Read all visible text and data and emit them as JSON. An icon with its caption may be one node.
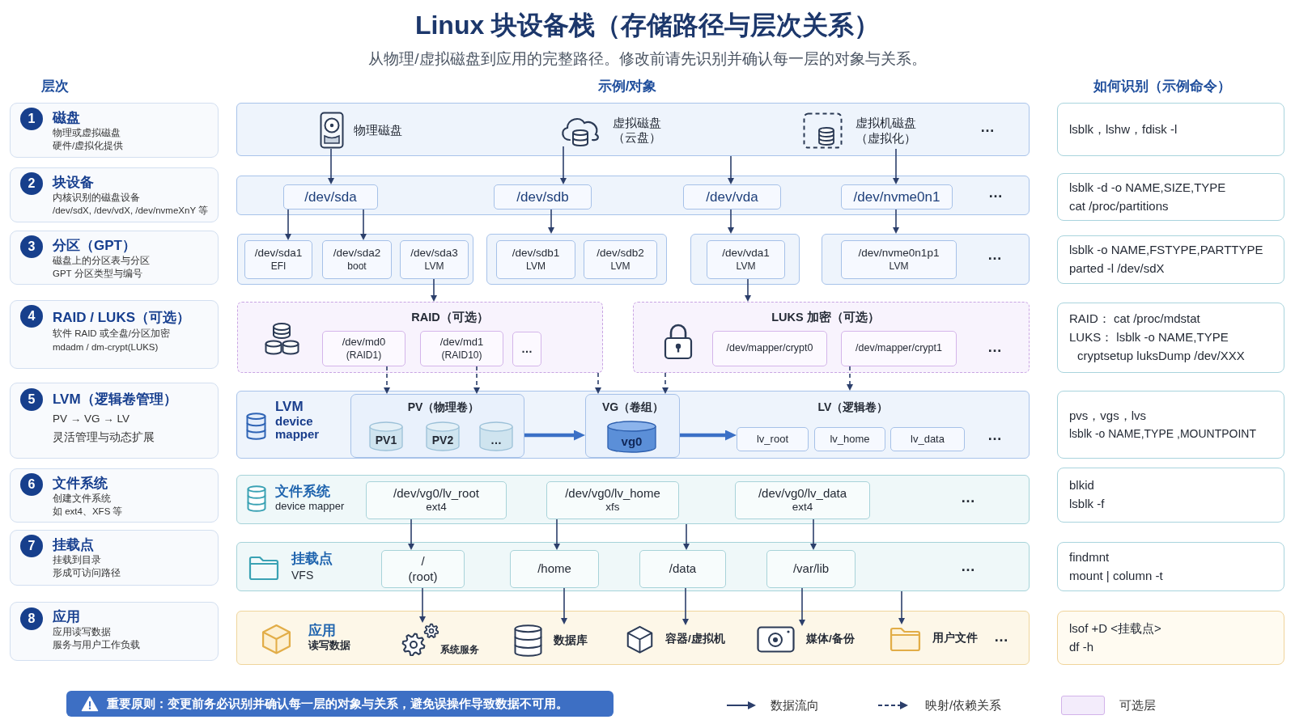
{
  "diagram": {
    "title": "Linux 块设备栈（存储路径与层次关系）",
    "nodes": [
      {
        "text": [
          "磁盘",
          "物理或虚拟磁盘",
          "硬件/虚拟化提供"
        ]
      },
      {
        "text": [
          "1"
        ],
        "in": 0
      },
      {
        "text": [],
        "shape": "box"
      },
      {
        "text": [
          "物理磁盘"
        ],
        "in": 2
      },
      {
        "text": [
          "虚拟磁盘",
          "（云盘）"
        ],
        "in": 2
      },
      {
        "text": [
          "虚拟机磁盘",
          "（虚拟化）"
        ],
        "in": 2
      },
      {
        "text": [
          "lsblk，lshw，fdisk -l"
        ]
      },
      {
        "text": [
          "块设备",
          "内核识别的磁盘设备",
          "/dev/sdX, /dev/vdX, /dev/nvmeXnY 等"
        ]
      },
      {
        "text": [
          "2"
        ],
        "in": 7
      },
      {
        "text": [],
        "shape": "box"
      },
      {
        "text": [
          "/dev/sda"
        ],
        "in": 9
      },
      {
        "text": [
          "/dev/sdb"
        ],
        "in": 9
      },
      {
        "text": [
          "/dev/vda"
        ],
        "in": 9
      },
      {
        "text": [
          "/dev/nvme0n1"
        ],
        "in": 9
      },
      {
        "text": [
          "lsblk -d -o NAME,SIZE,TYPE",
          "cat /proc/partitions"
        ]
      },
      {
        "text": [
          "分区（GPT）",
          "磁盘上的分区表与分区",
          "GPT 分区类型与编号"
        ]
      },
      {
        "text": [
          "3"
        ],
        "in": 15
      },
      {
        "text": [],
        "shape": "box"
      },
      {
        "text": [
          "/dev/sda1",
          "EFI"
        ],
        "in": 17
      },
      {
        "text": [
          "/dev/sda2",
          "boot"
        ],
        "in": 17
      },
      {
        "text": [
          "/dev/sda3",
          "LVM"
        ],
        "in": 17
      },
      {
        "text": [],
        "shape": "box"
      },
      {
        "text": [
          "/dev/sdb1",
          "LVM"
        ],
        "in": 21
      },
      {
        "text": [
          "/dev/sdb2",
          "LVM"
        ],
        "in": 21
      },
      {
        "text": [],
        "shape": "box"
      },
      {
        "text": [
          "/dev/vda1",
          "LVM"
        ],
        "in": 24
      },
      {
        "text": [],
        "shape": "box"
      },
      {
        "text": [
          "/dev/nvme0n1p1",
          "LVM"
        ],
        "in": 26
      },
      {
        "text": [
          "lsblk -o NAME,FSTYPE,PARTTYPE",
          "parted -l /dev/sdX"
        ]
      },
      {
        "text": [
          "RAID / LUKS（可选）",
          "软件 RAID 或全盘/分区加密",
          "mdadm / dm-crypt(LUKS)"
        ]
      },
      {
        "text": [
          "4"
        ],
        "in": 29
      },
      {
        "text": [
          "RAID（可选）"
        ]
      },
      {
        "text": [
          "/dev/md0",
          "(RAID1)"
        ],
        "in": 31
      },
      {
        "text": [
          "/dev/md1",
          "(RAID10)"
        ],
        "in": 31
      },
      {
        "text": [
          "…"
        ],
        "in": 31
      },
      {
        "text": [
          "LUKS 加密（可选）"
        ]
      },
      {
        "text": [
          "/dev/mapper/crypt0"
        ],
        "in": 35
      },
      {
        "text": [
          "/dev/mapper/crypt1"
        ],
        "in": 35
      },
      {
        "text": [
          "RAID： cat /proc/mdstat",
          "LUKS： lsblk -o NAME,TYPE",
          "cryptsetup luksDump /dev/XXX"
        ]
      },
      {
        "text": [
          "LVM（逻辑卷管理）",
          "PV → VG → LV",
          "灵活管理与动态扩展"
        ]
      },
      {
        "text": [
          "5"
        ],
        "in": 39
      },
      {
        "text": [
          "LVM",
          "device mapper"
        ]
      },
      {
        "text": [
          "PV（物理卷）"
        ],
        "in": 41
      },
      {
        "text": [
          "PV1"
        ],
        "in": 42
      },
      {
        "text": [
          "PV2"
        ],
        "in": 42
      },
      {
        "text": [
          "…"
        ],
        "in": 42
      },
      {
        "text": [
          "VG（卷组）"
        ],
        "in": 41
      },
      {
        "text": [
          "vg0"
        ],
        "in": 46
      },
      {
        "text": [
          "lv_root"
        ],
        "in": 41
      },
      {
        "text": [
          "lv_home"
        ],
        "in": 41
      },
      {
        "text": [
          "lv_data"
        ],
        "in": 41
      },
      {
        "text": [
          "pvs，vgs，lvs",
          "lsblk -o NAME,TYPE ,MOUNTPOINT"
        ]
      },
      {
        "text": [
          "文件系统",
          "创建文件系统",
          "如 ext4、XFS 等"
        ]
      },
      {
        "text": [
          "6"
        ],
        "in": 52
      },
      {
        "text": [
          "文件系统",
          "device mapper"
        ]
      },
      {
        "text": [
          "/dev/vg0/lv_root",
          "ext4"
        ],
        "in": 54
      },
      {
        "text": [
          "/dev/vg0/lv_home",
          "xfs"
        ],
        "in": 54
      },
      {
        "text": [
          "/dev/vg0/lv_data",
          "ext4"
        ],
        "in": 54
      },
      {
        "text": [
          "blkid",
          "lsblk -f"
        ]
      },
      {
        "text": [
          "挂载点",
          "挂载到目录",
          "形成可访问路径"
        ]
      },
      {
        "text": [
          "7"
        ],
        "in": 59
      },
      {
        "text": [
          "挂载点",
          "VFS"
        ]
      },
      {
        "text": [
          "/",
          "(root)"
        ],
        "in": 61
      },
      {
        "text": [
          "/home"
        ],
        "in": 61
      },
      {
        "text": [
          "/data"
        ],
        "in": 61
      },
      {
        "text": [
          "/var/lib"
        ],
        "in": 61
      },
      {
        "text": [
          "findmnt",
          "mount | column -t"
        ]
      },
      {
        "text": [
          "应用",
          "应用读写数据",
          "服务与用户工作负载"
        ]
      },
      {
        "text": [
          "8"
        ],
        "in": 67
      },
      {
        "text": [
          "应用",
          "读写数据"
        ]
      },
      {
        "text": [
          "系统服务"
        ],
        "in": 69
      },
      {
        "text": [
          "数据库"
        ],
        "in": 69
      },
      {
        "text": [
          "容器/虚拟机"
        ],
        "in": 69
      },
      {
        "text": [
          "媒体/备份"
        ],
        "in": 69
      },
      {
        "text": [
          "用户文件"
        ],
        "in": 69
      },
      {
        "text": [
          "lsof +D <挂载点>",
          "df -h"
        ]
      },
      {
        "text": [
          "重要原则：变更前务必识别并确认每一层的对象与关系，避免误操作导致数据不可用。"
        ]
      }
    ],
    "edges": [
      {
        "from": 3,
        "to": 10,
        "arrow": "to"
      },
      {
        "from": 4,
        "to": 11,
        "arrow": "to"
      },
      {
        "from": 2,
        "to": 12,
        "arrow": "to"
      },
      {
        "from": 5,
        "to": 13,
        "arrow": "to"
      },
      {
        "from": 10,
        "to": 18,
        "arrow": "to"
      },
      {
        "from": 10,
        "to": 19,
        "arrow": "to"
      },
      {
        "from": 11,
        "to": 21,
        "arrow": "to"
      },
      {
        "from": 12,
        "to": 24,
        "arrow": "to"
      },
      {
        "from": 13,
        "to": 26,
        "arrow": "to"
      },
      {
        "from": 20,
        "to": 31,
        "arrow": "to"
      },
      {
        "from": 25,
        "to": 35,
        "arrow": "to"
      },
      {
        "from": 32,
        "to": 42,
        "arrow": "to",
        "style": "dashed"
      },
      {
        "from": 33,
        "to": 42,
        "arrow": "to",
        "style": "dashed"
      },
      {
        "from": 31,
        "to": 46,
        "arrow": "to",
        "style": "dashed"
      },
      {
        "from": 35,
        "to": 46,
        "arrow": "to",
        "style": "dashed"
      },
      {
        "from": 37,
        "to": 41,
        "arrow": "to",
        "style": "dashed"
      },
      {
        "from": 42,
        "to": 46,
        "arrow": "to",
        "style": "thick",
        "color": "#3b70c6"
      },
      {
        "from": 46,
        "to": 48,
        "arrow": "to",
        "style": "thick",
        "color": "#3b70c6"
      },
      {
        "from": 55,
        "to": 62,
        "arrow": "to"
      },
      {
        "from": 56,
        "to": 63,
        "arrow": "to"
      },
      {
        "from": 54,
        "to": 64,
        "arrow": "to"
      },
      {
        "from": 57,
        "to": 65,
        "arrow": "to"
      },
      {
        "from": 62,
        "to": 70,
        "arrow": "to"
      },
      {
        "from": 63,
        "to": 71,
        "arrow": "to"
      },
      {
        "from": 64,
        "to": 72,
        "arrow": "to"
      },
      {
        "from": 65,
        "to": 73,
        "arrow": "to"
      },
      {
        "from": 61,
        "to": 74,
        "arrow": "to"
      }
    ],
    "labels": [
      "从物理/虚拟磁盘到应用的完整路径。修改前请先识别并确认每一层的对象与关系。",
      "层次",
      "示例/对象",
      "如何识别（示例命令）",
      "…",
      "…",
      "…",
      "…",
      "LV（逻辑卷）",
      "…",
      "…",
      "…",
      "…"
    ],
    "legend": [
      {
        "text": "数据流向"
      },
      {
        "text": "映射/依赖关系"
      },
      {
        "text": "可选层",
        "color": "#f3ecfb"
      }
    ]
  }
}
